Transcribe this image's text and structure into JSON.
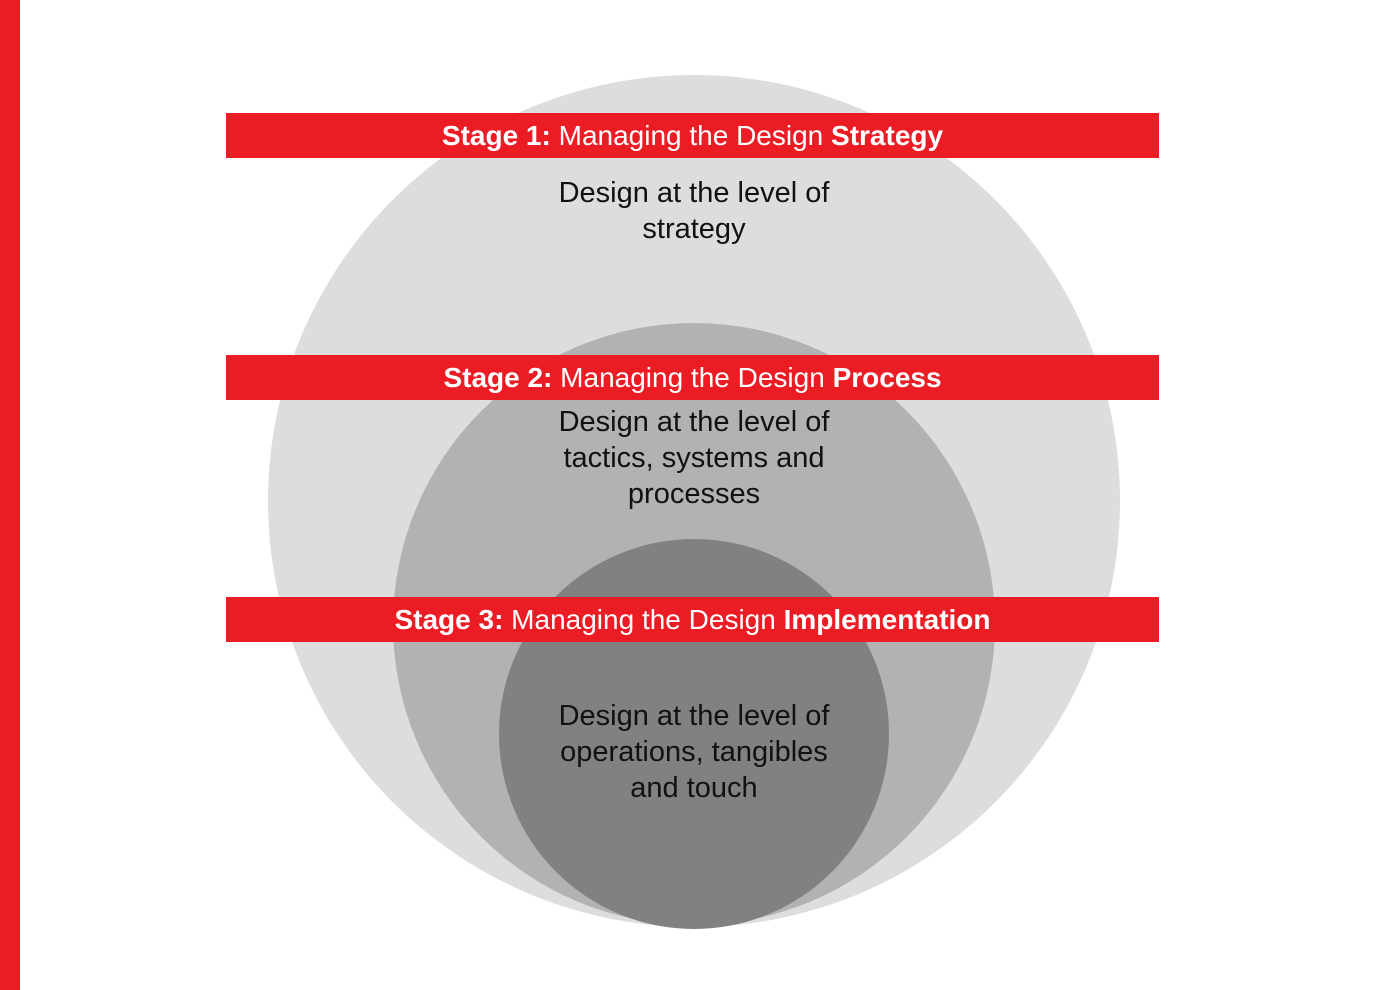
{
  "colors": {
    "accent_red": "#ec1c24",
    "outer_circle": "#dcdddf",
    "middle_circle": "#b1b2b4",
    "inner_circle": "#808183",
    "background": "#ffffff"
  },
  "stages": [
    {
      "prefix": "Stage 1:",
      "middle": " Managing the Design ",
      "emphasis": "Strategy",
      "description_lines": [
        "Design at the level of",
        "strategy"
      ]
    },
    {
      "prefix": "Stage 2:",
      "middle": " Managing the Design ",
      "emphasis": "Process",
      "description_lines": [
        "Design at the level of",
        "tactics, systems and",
        "processes"
      ]
    },
    {
      "prefix": "Stage 3:",
      "middle": " Managing the Design ",
      "emphasis": "Implementation",
      "description_lines": [
        "Design at the level of",
        "operations, tangibles",
        "and touch"
      ]
    }
  ]
}
